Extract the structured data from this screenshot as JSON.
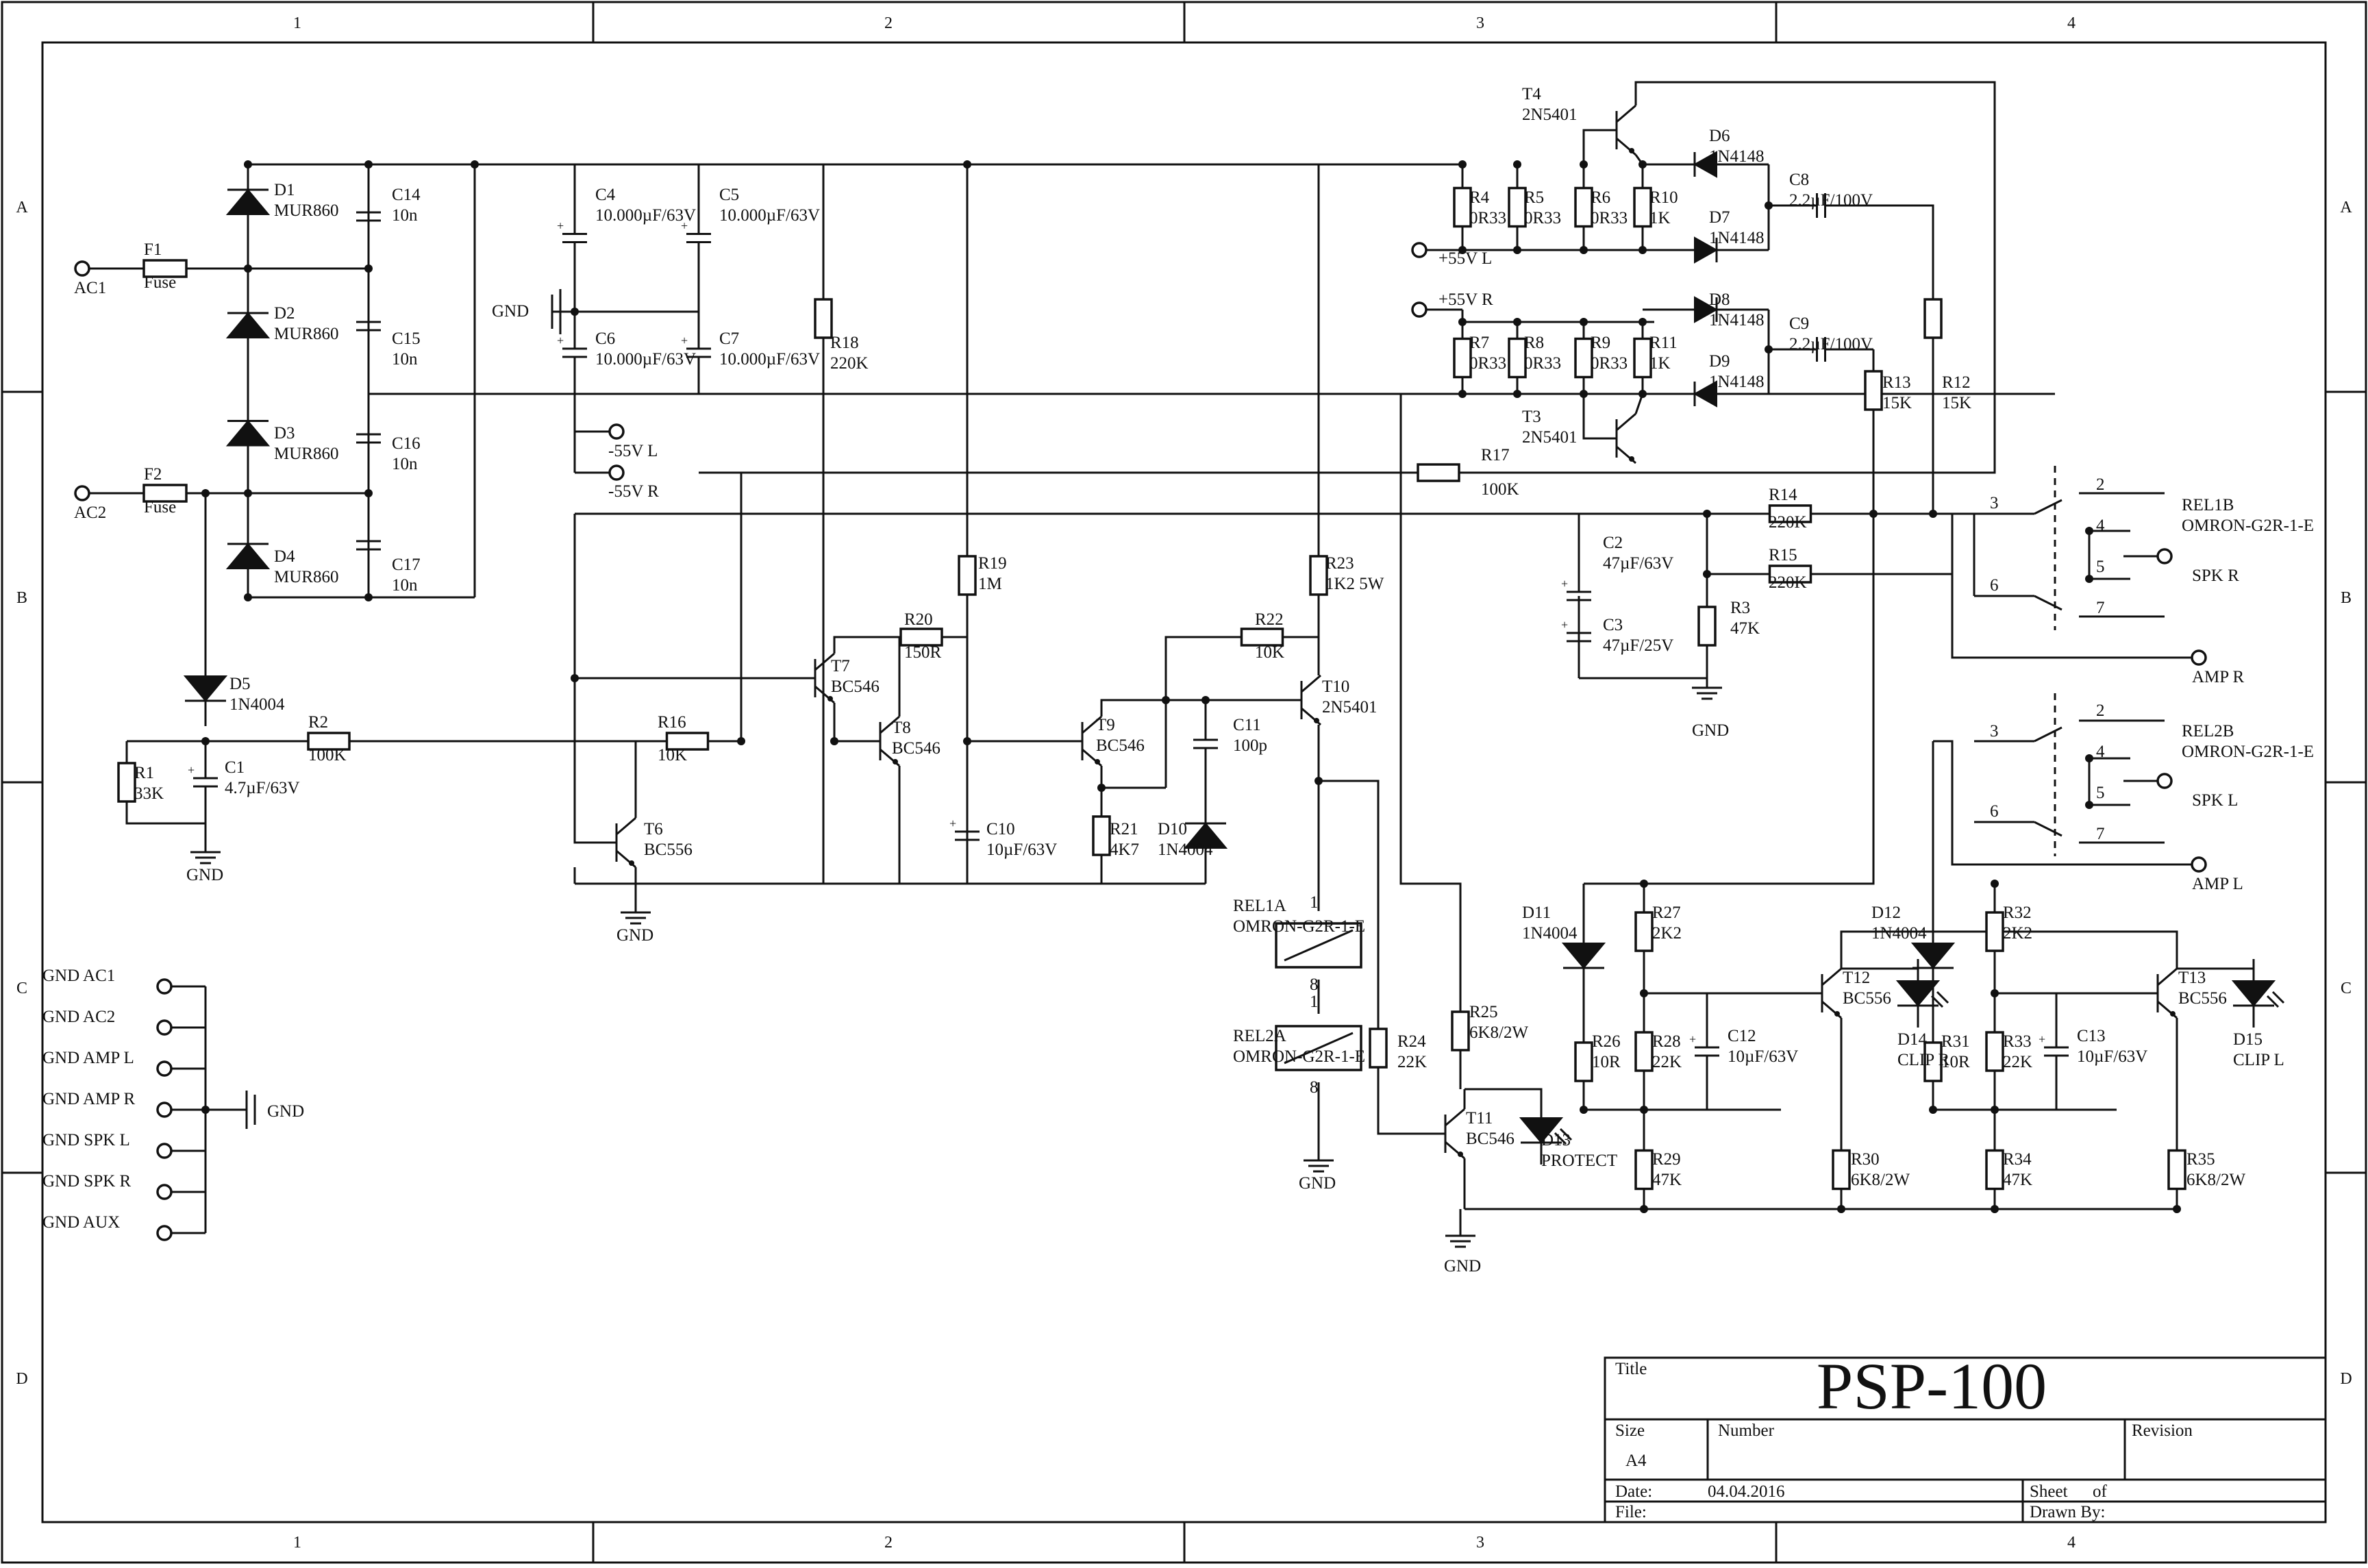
{
  "zones": {
    "cols": [
      "1",
      "2",
      "3",
      "4"
    ],
    "rows": [
      "A",
      "B",
      "C",
      "D"
    ]
  },
  "title_block": {
    "title_label": "Title",
    "title": "PSP-100",
    "size_label": "Size",
    "size": "A4",
    "number_label": "Number",
    "revision_label": "Revision",
    "date_label": "Date:",
    "date": "04.04.2016",
    "file_label": "File:",
    "sheet_label": "Sheet",
    "of_label": "of",
    "drawn_by_label": "Drawn By:"
  },
  "components": {
    "F1": {
      "ref": "F1",
      "val": "Fuse"
    },
    "F2": {
      "ref": "F2",
      "val": "Fuse"
    },
    "D1": {
      "ref": "D1",
      "val": "MUR860"
    },
    "D2": {
      "ref": "D2",
      "val": "MUR860"
    },
    "D3": {
      "ref": "D3",
      "val": "MUR860"
    },
    "D4": {
      "ref": "D4",
      "val": "MUR860"
    },
    "C14": {
      "ref": "C14",
      "val": "10n"
    },
    "C15": {
      "ref": "C15",
      "val": "10n"
    },
    "C16": {
      "ref": "C16",
      "val": "10n"
    },
    "C17": {
      "ref": "C17",
      "val": "10n"
    },
    "C4": {
      "ref": "C4",
      "val": "10.000µF/63V"
    },
    "C5": {
      "ref": "C5",
      "val": "10.000µF/63V"
    },
    "C6": {
      "ref": "C6",
      "val": "10.000µF/63V"
    },
    "C7": {
      "ref": "C7",
      "val": "10.000µF/63V"
    },
    "R18": {
      "ref": "R18",
      "val": "220K"
    },
    "R4": {
      "ref": "R4",
      "val": "0R33"
    },
    "R5": {
      "ref": "R5",
      "val": "0R33"
    },
    "R6": {
      "ref": "R6",
      "val": "0R33"
    },
    "R10": {
      "ref": "R10",
      "val": "1K"
    },
    "R7": {
      "ref": "R7",
      "val": "0R33"
    },
    "R8": {
      "ref": "R8",
      "val": "0R33"
    },
    "R9": {
      "ref": "R9",
      "val": "0R33"
    },
    "R11": {
      "ref": "R11",
      "val": "1K"
    },
    "T4": {
      "ref": "T4",
      "val": "2N5401"
    },
    "T3": {
      "ref": "T3",
      "val": "2N5401"
    },
    "D6": {
      "ref": "D6",
      "val": "1N4148"
    },
    "D7": {
      "ref": "D7",
      "val": "1N4148"
    },
    "D8": {
      "ref": "D8",
      "val": "1N4148"
    },
    "D9": {
      "ref": "D9",
      "val": "1N4148"
    },
    "C8": {
      "ref": "C8",
      "val": "2.2µF/100V"
    },
    "C9": {
      "ref": "C9",
      "val": "2.2µF/100V"
    },
    "R13": {
      "ref": "R13",
      "val": "15K"
    },
    "R12": {
      "ref": "R12",
      "val": "15K"
    },
    "R17": {
      "ref": "R17",
      "val": "100K"
    },
    "R14": {
      "ref": "R14",
      "val": "220K"
    },
    "R15": {
      "ref": "R15",
      "val": "220K"
    },
    "C2": {
      "ref": "C2",
      "val": "47µF/63V"
    },
    "C3": {
      "ref": "C3",
      "val": "47µF/25V"
    },
    "R3": {
      "ref": "R3",
      "val": "47K"
    },
    "REL1B": {
      "ref": "REL1B",
      "val": "OMRON-G2R-1-E"
    },
    "REL2B": {
      "ref": "REL2B",
      "val": "OMRON-G2R-1-E"
    },
    "D5": {
      "ref": "D5",
      "val": "1N4004"
    },
    "R1": {
      "ref": "R1",
      "val": "33K"
    },
    "C1": {
      "ref": "C1",
      "val": "4.7µF/63V"
    },
    "R2": {
      "ref": "R2",
      "val": "100K"
    },
    "R16": {
      "ref": "R16",
      "val": "10K"
    },
    "T6": {
      "ref": "T6",
      "val": "BC556"
    },
    "T7": {
      "ref": "T7",
      "val": "BC546"
    },
    "T8": {
      "ref": "T8",
      "val": "BC546"
    },
    "R20": {
      "ref": "R20",
      "val": "150R"
    },
    "R19": {
      "ref": "R19",
      "val": "1M"
    },
    "C10": {
      "ref": "C10",
      "val": "10µF/63V"
    },
    "R21": {
      "ref": "R21",
      "val": "4K7"
    },
    "T9": {
      "ref": "T9",
      "val": "BC546"
    },
    "R22": {
      "ref": "R22",
      "val": "10K"
    },
    "C11": {
      "ref": "C11",
      "val": "100p"
    },
    "D10": {
      "ref": "D10",
      "val": "1N4004"
    },
    "R23": {
      "ref": "R23",
      "val": "1K2 5W"
    },
    "T10": {
      "ref": "T10",
      "val": "2N5401"
    },
    "REL1A": {
      "ref": "REL1A",
      "val": "OMRON-G2R-1-E"
    },
    "REL2A": {
      "ref": "REL2A",
      "val": "OMRON-G2R-1-E"
    },
    "R24": {
      "ref": "R24",
      "val": "22K"
    },
    "R25": {
      "ref": "R25",
      "val": "6K8/2W"
    },
    "T11": {
      "ref": "T11",
      "val": "BC546"
    },
    "D13": {
      "ref": "D13",
      "val": "PROTECT"
    },
    "D11": {
      "ref": "D11",
      "val": "1N4004"
    },
    "R27": {
      "ref": "R27",
      "val": "2K2"
    },
    "R26": {
      "ref": "R26",
      "val": "10R"
    },
    "R28": {
      "ref": "R28",
      "val": "22K"
    },
    "C12": {
      "ref": "C12",
      "val": "10µF/63V"
    },
    "T12": {
      "ref": "T12",
      "val": "BC556"
    },
    "D14": {
      "ref": "D14",
      "val": "CLIP R"
    },
    "R29": {
      "ref": "R29",
      "val": "47K"
    },
    "R30": {
      "ref": "R30",
      "val": "6K8/2W"
    },
    "D12": {
      "ref": "D12",
      "val": "1N4004"
    },
    "R32": {
      "ref": "R32",
      "val": "2K2"
    },
    "R31": {
      "ref": "R31",
      "val": "10R"
    },
    "R33": {
      "ref": "R33",
      "val": "22K"
    },
    "C13": {
      "ref": "C13",
      "val": "10µF/63V"
    },
    "T13": {
      "ref": "T13",
      "val": "BC556"
    },
    "D15": {
      "ref": "D15",
      "val": "CLIP L"
    },
    "R34": {
      "ref": "R34",
      "val": "47K"
    },
    "R35": {
      "ref": "R35",
      "val": "6K8/2W"
    }
  },
  "nets": {
    "ac1": "AC1",
    "ac2": "AC2",
    "gnd": "GND",
    "m55l": "-55V L",
    "m55r": "-55V R",
    "p55l": "+55V L",
    "p55r": "+55V R",
    "spk_r": "SPK R",
    "spk_l": "SPK L",
    "amp_r": "AMP R",
    "amp_l": "AMP L"
  },
  "relay_pins": {
    "p2": "2",
    "p3": "3",
    "p4": "4",
    "p5": "5",
    "p6": "6",
    "p7": "7",
    "p1": "1",
    "p8": "8"
  },
  "gnd_connector": [
    "GND AC1",
    "GND AC2",
    "GND AMP L",
    "GND AMP R",
    "GND SPK L",
    "GND SPK R",
    "GND AUX"
  ]
}
